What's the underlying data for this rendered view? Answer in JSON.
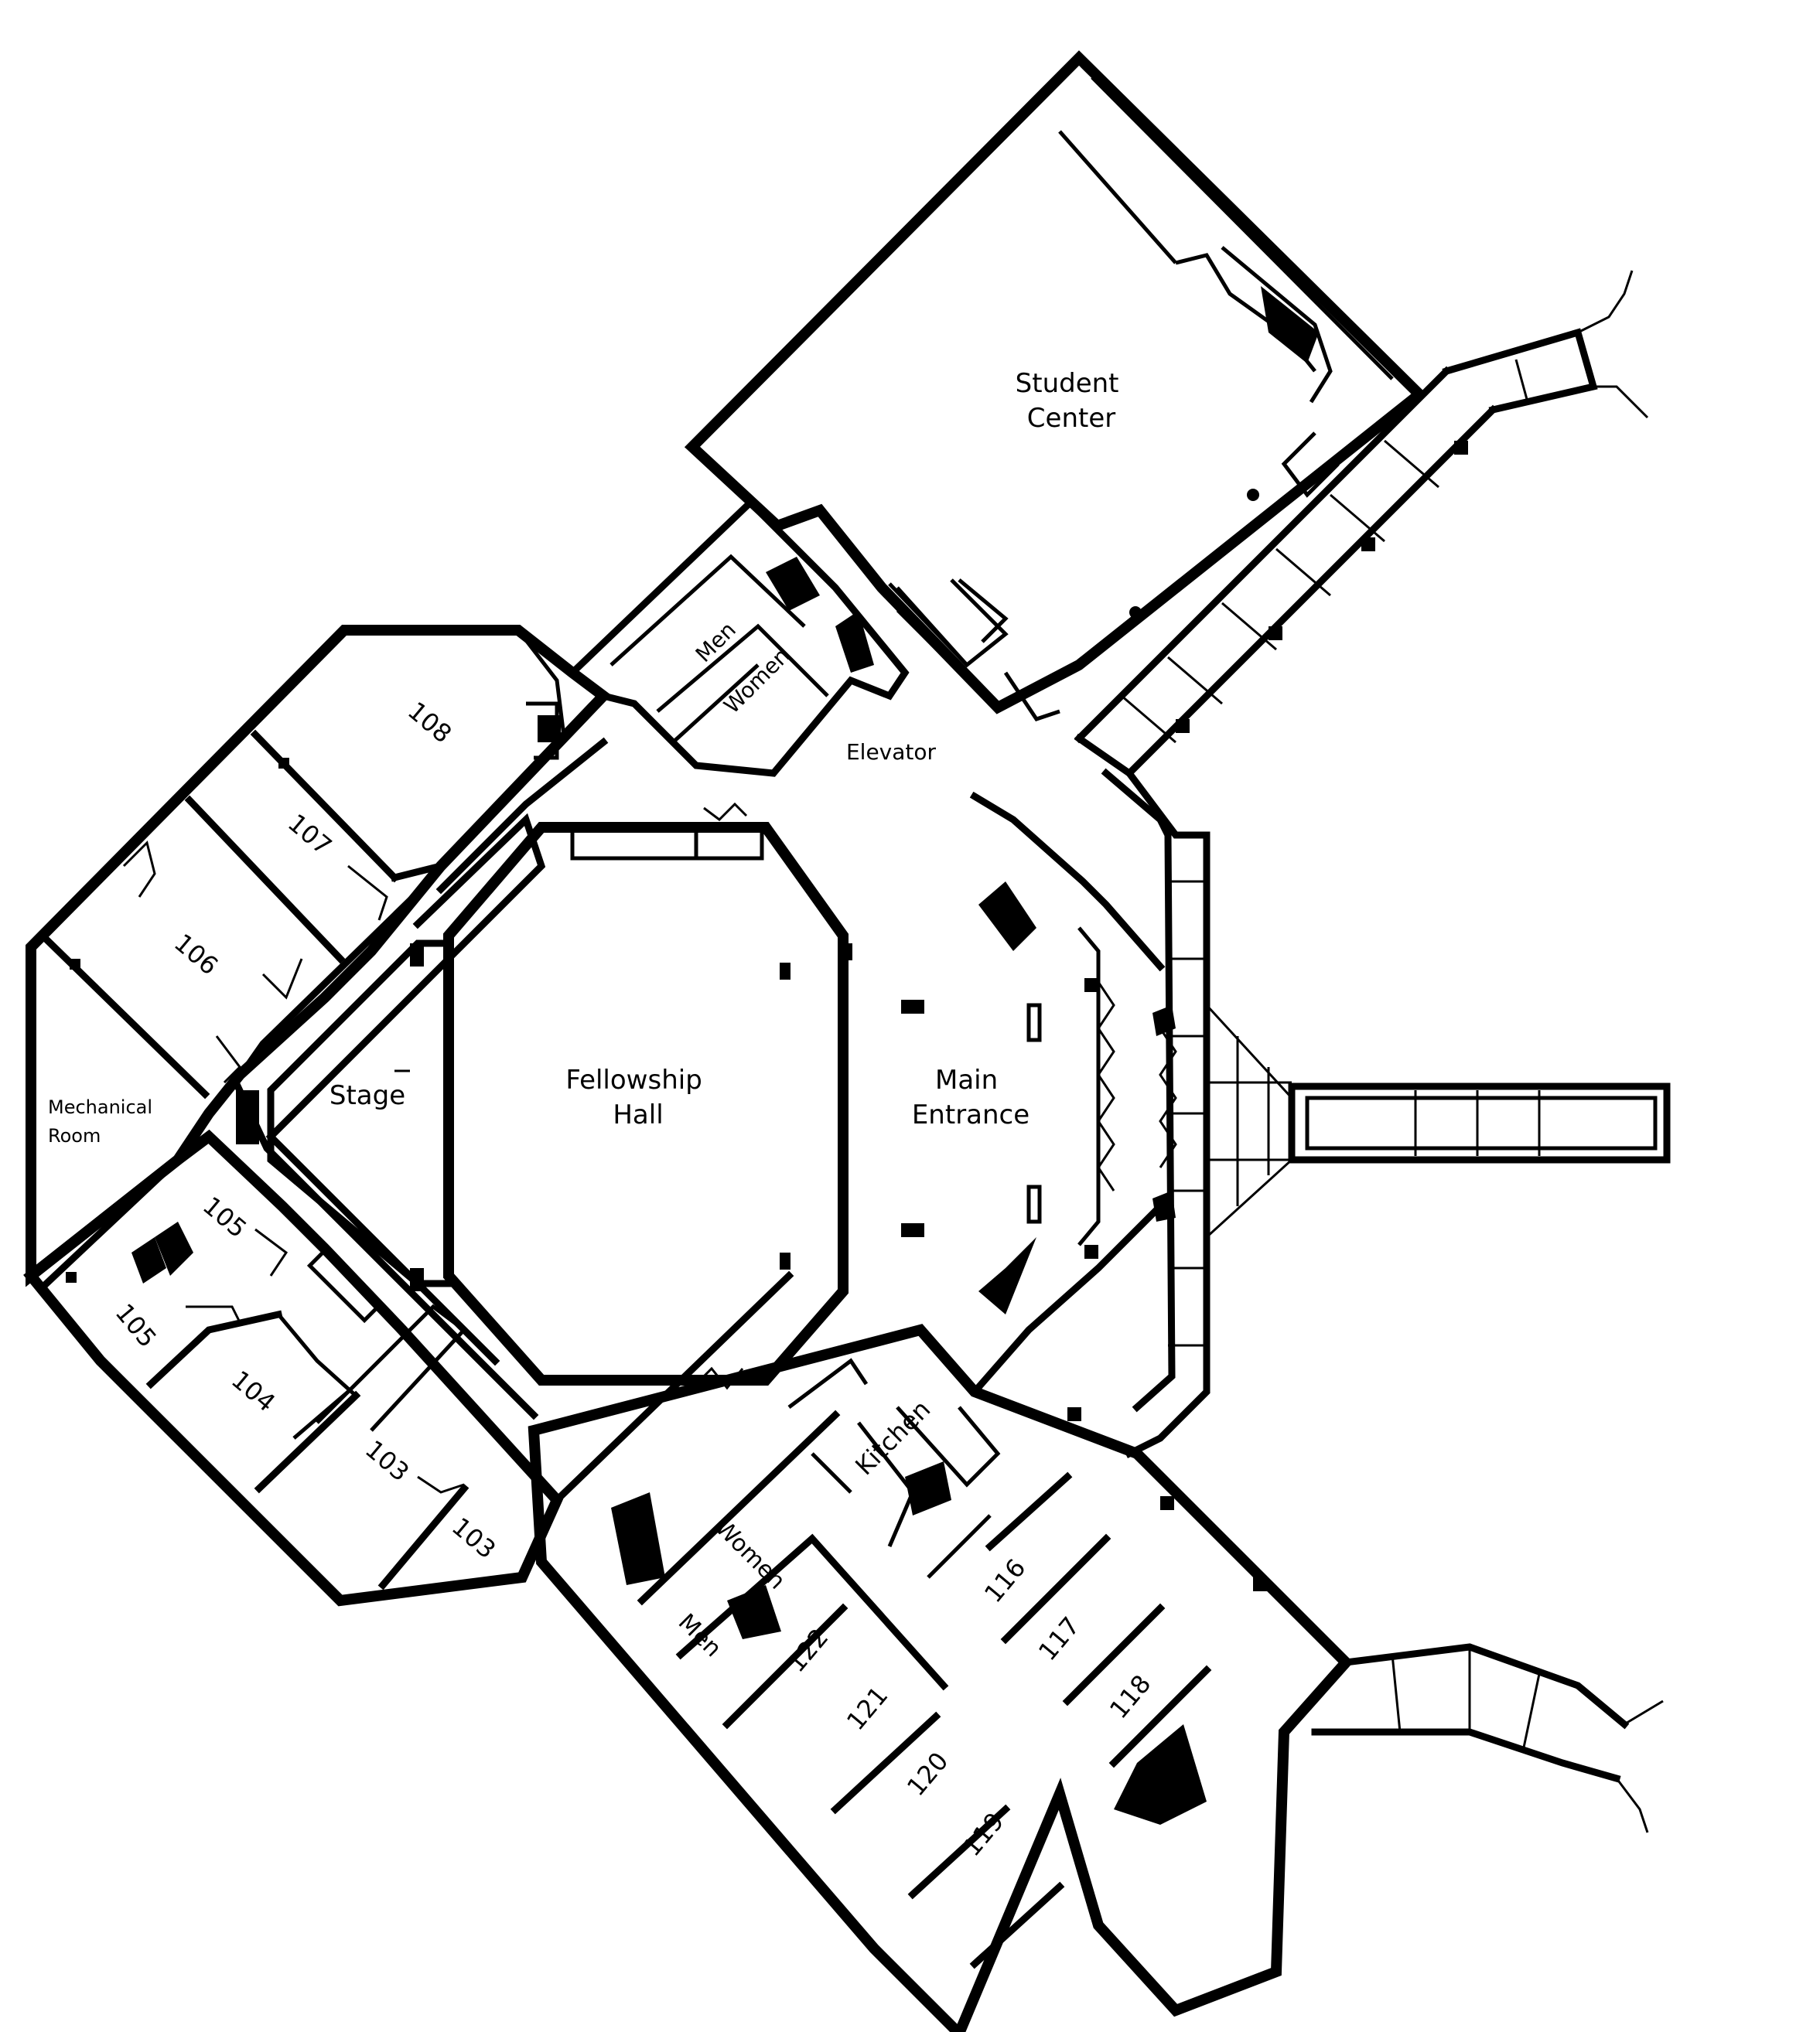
{
  "rooms": {
    "student_center": [
      "Student",
      "Center"
    ],
    "men_north": "Men",
    "women_north": "Women",
    "elevator": "Elevator",
    "r108": "108",
    "r107": "107",
    "r106": "106",
    "mechanical_room": [
      "Mechanical",
      "Room"
    ],
    "stage": "Stage",
    "fellowship_hall": [
      "Fellowship",
      "Hall"
    ],
    "main_entrance": [
      "Main",
      "Entrance"
    ],
    "r105_upper": "105",
    "r105_lower": "105",
    "r104": "104",
    "r103_upper": "103",
    "r103_lower": "103",
    "kitchen": "Kitchen",
    "women_south": "Women",
    "men_south": "Men",
    "r116": "116",
    "r117": "117",
    "r118": "118",
    "r122": "122",
    "r121": "121",
    "r120": "120",
    "r119": "119"
  }
}
